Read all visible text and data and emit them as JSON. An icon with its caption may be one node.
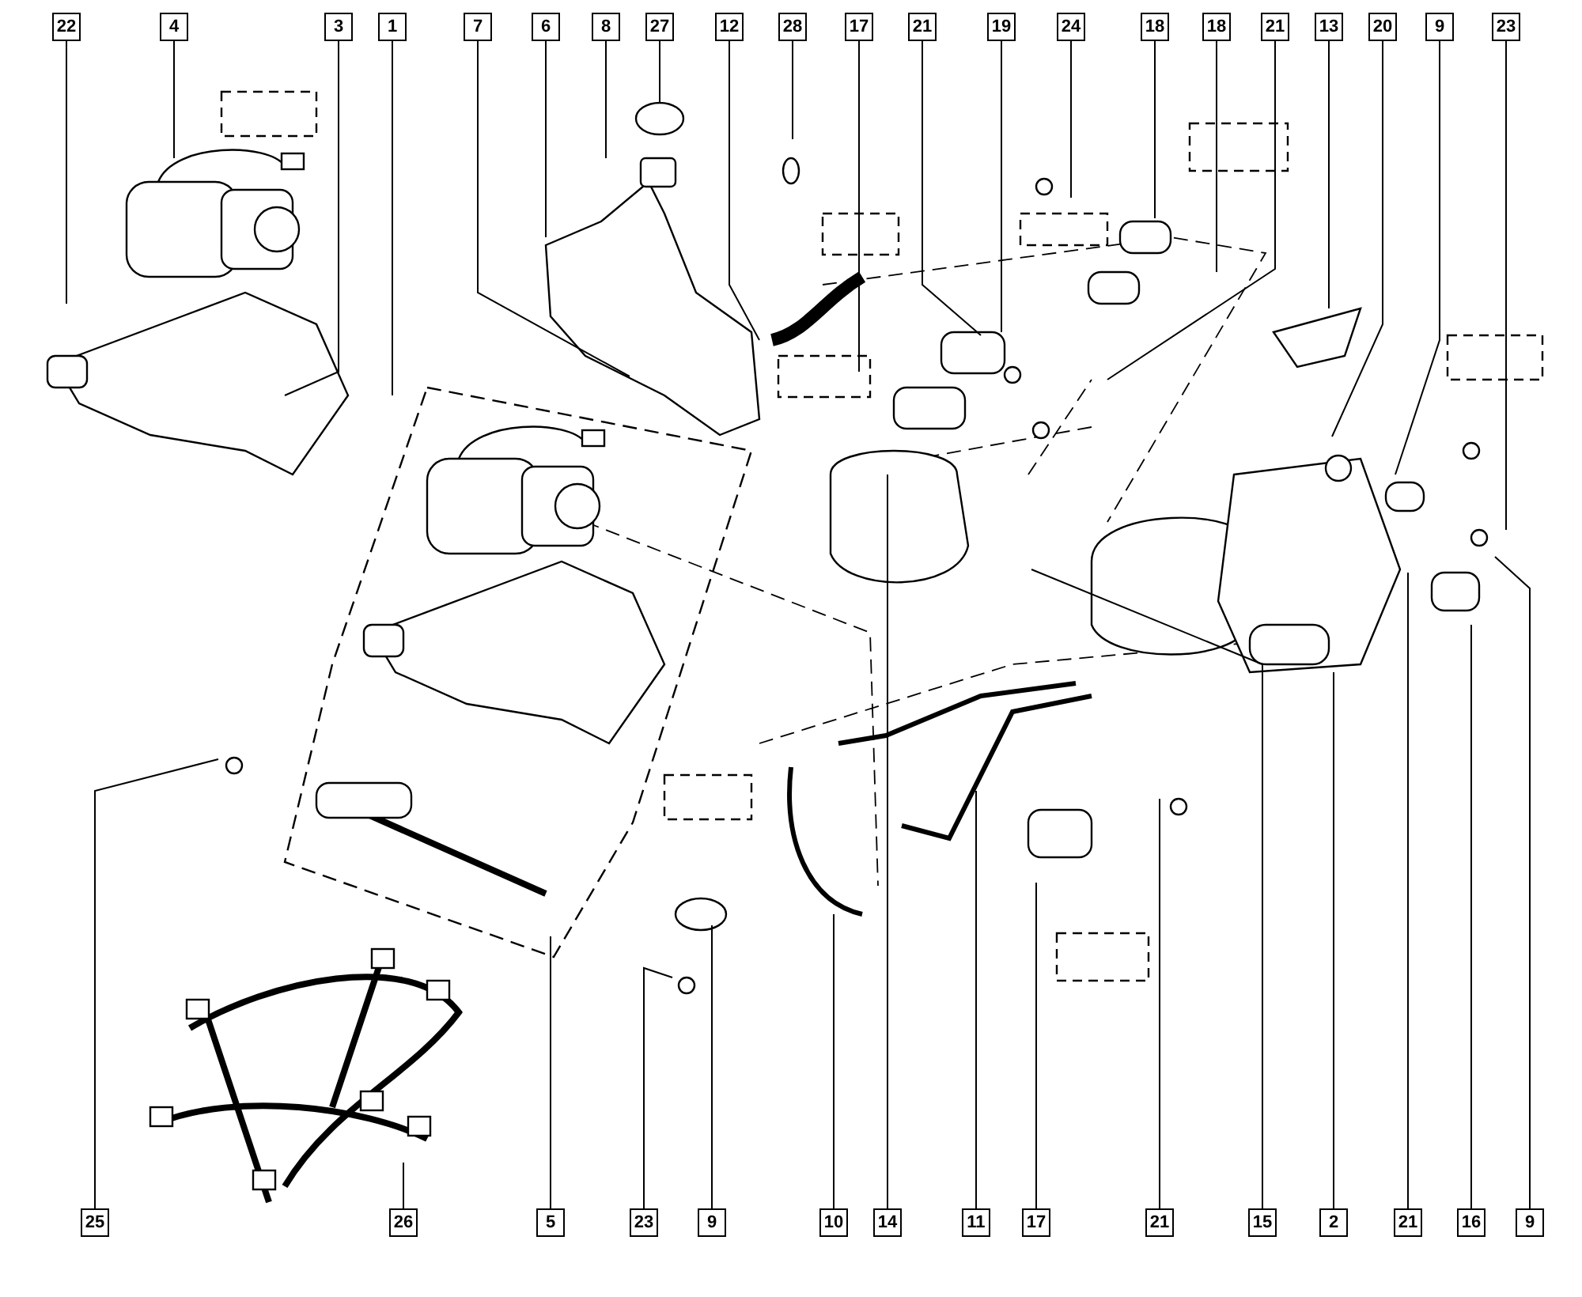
{
  "diagram": {
    "nodes": [
      {
        "text": [
          "22"
        ]
      },
      {
        "text": [
          "4"
        ]
      },
      {
        "text": [
          "3"
        ]
      },
      {
        "text": [
          "1"
        ]
      },
      {
        "text": [
          "7"
        ]
      },
      {
        "text": [
          "6"
        ]
      },
      {
        "text": [
          "8"
        ]
      },
      {
        "text": [
          "27"
        ]
      },
      {
        "text": [
          "12"
        ]
      },
      {
        "text": [
          "28"
        ]
      },
      {
        "text": [
          "17"
        ]
      },
      {
        "text": [
          "21"
        ]
      },
      {
        "text": [
          "19"
        ]
      },
      {
        "text": [
          "24"
        ]
      },
      {
        "text": [
          "18"
        ]
      },
      {
        "text": [
          "18"
        ]
      },
      {
        "text": [
          "21"
        ]
      },
      {
        "text": [
          "13"
        ]
      },
      {
        "text": [
          "20"
        ]
      },
      {
        "text": [
          "9"
        ]
      },
      {
        "text": [
          "23"
        ]
      },
      {
        "text": [
          "25"
        ]
      },
      {
        "text": [
          "26"
        ]
      },
      {
        "text": [
          "5"
        ]
      },
      {
        "text": [
          "23"
        ]
      },
      {
        "text": [
          "9"
        ]
      },
      {
        "text": [
          "10"
        ]
      },
      {
        "text": [
          "14"
        ]
      },
      {
        "text": [
          "11"
        ]
      },
      {
        "text": [
          "17"
        ]
      },
      {
        "text": [
          "21"
        ]
      },
      {
        "text": [
          "15"
        ]
      },
      {
        "text": [
          "2"
        ]
      },
      {
        "text": [
          "21"
        ]
      },
      {
        "text": [
          "16"
        ]
      },
      {
        "text": [
          "9"
        ]
      }
    ],
    "edges": [
      {
        "from": 0,
        "to": null,
        "arrow": "none"
      },
      {
        "from": 1,
        "to": null,
        "arrow": "none"
      },
      {
        "from": 2,
        "to": null,
        "arrow": "none"
      },
      {
        "from": 3,
        "to": null,
        "arrow": "none"
      },
      {
        "from": 4,
        "to": null,
        "arrow": "none"
      },
      {
        "from": 5,
        "to": null,
        "arrow": "none"
      },
      {
        "from": 6,
        "to": null,
        "arrow": "none"
      },
      {
        "from": 7,
        "to": null,
        "arrow": "none"
      },
      {
        "from": 8,
        "to": null,
        "arrow": "none"
      },
      {
        "from": 9,
        "to": null,
        "arrow": "none"
      },
      {
        "from": 10,
        "to": null,
        "arrow": "none"
      },
      {
        "from": 11,
        "to": null,
        "arrow": "none"
      },
      {
        "from": 12,
        "to": null,
        "arrow": "none"
      },
      {
        "from": 13,
        "to": null,
        "arrow": "none"
      },
      {
        "from": 14,
        "to": null,
        "arrow": "none"
      },
      {
        "from": 15,
        "to": null,
        "arrow": "none"
      },
      {
        "from": 16,
        "to": null,
        "arrow": "none"
      },
      {
        "from": 17,
        "to": null,
        "arrow": "none"
      },
      {
        "from": 18,
        "to": null,
        "arrow": "none"
      },
      {
        "from": 19,
        "to": null,
        "arrow": "none"
      },
      {
        "from": 20,
        "to": null,
        "arrow": "none"
      },
      {
        "from": 21,
        "to": null,
        "arrow": "none"
      },
      {
        "from": 22,
        "to": null,
        "arrow": "none"
      },
      {
        "from": 23,
        "to": null,
        "arrow": "none"
      },
      {
        "from": 24,
        "to": null,
        "arrow": "none"
      },
      {
        "from": 25,
        "to": null,
        "arrow": "none"
      },
      {
        "from": 26,
        "to": null,
        "arrow": "none"
      },
      {
        "from": 27,
        "to": null,
        "arrow": "none"
      },
      {
        "from": 28,
        "to": null,
        "arrow": "none"
      },
      {
        "from": 29,
        "to": null,
        "arrow": "none"
      },
      {
        "from": 30,
        "to": null,
        "arrow": "none"
      },
      {
        "from": 31,
        "to": null,
        "arrow": "none"
      },
      {
        "from": 32,
        "to": null,
        "arrow": "none"
      },
      {
        "from": 33,
        "to": null,
        "arrow": "none"
      },
      {
        "from": 34,
        "to": null,
        "arrow": "none"
      },
      {
        "from": 35,
        "to": null,
        "arrow": "none"
      }
    ]
  }
}
